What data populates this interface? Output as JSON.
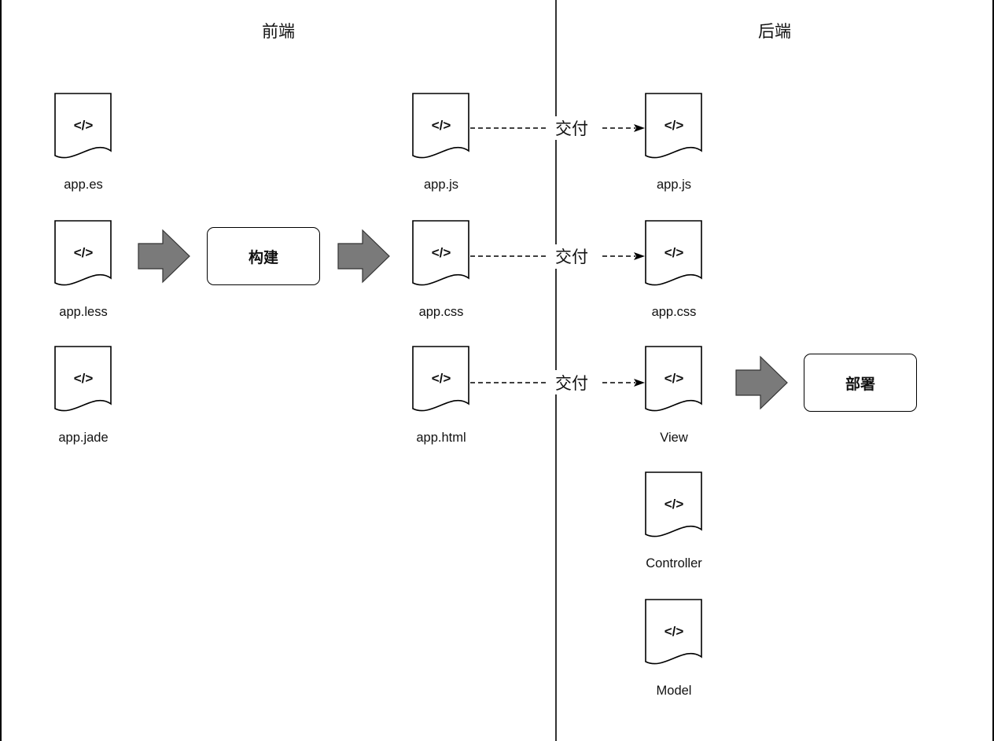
{
  "lanes": {
    "frontend": "前端",
    "backend": "后端"
  },
  "doc_icon_text": "</>",
  "frontend_sources": [
    {
      "label": "app.es"
    },
    {
      "label": "app.less"
    },
    {
      "label": "app.jade"
    }
  ],
  "build_step": "构建",
  "frontend_outputs": [
    {
      "label": "app.js"
    },
    {
      "label": "app.css"
    },
    {
      "label": "app.html"
    }
  ],
  "deliver_label": "交付",
  "backend_files": [
    {
      "label": "app.js"
    },
    {
      "label": "app.css"
    },
    {
      "label": "View"
    },
    {
      "label": "Controller"
    },
    {
      "label": "Model"
    }
  ],
  "deploy_step": "部署"
}
